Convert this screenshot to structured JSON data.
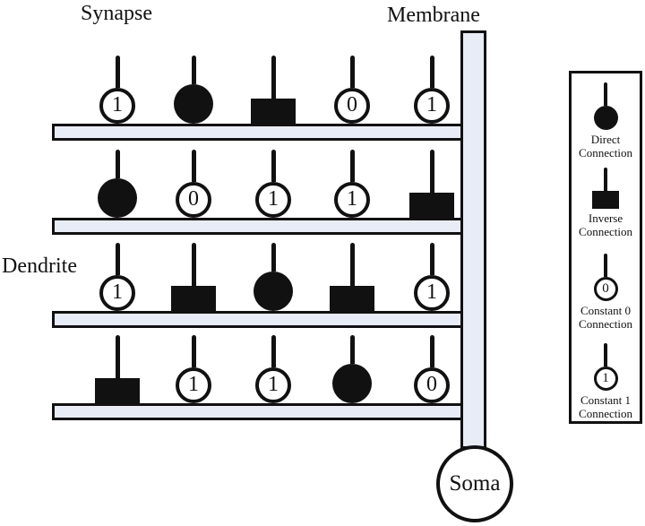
{
  "diagram": {
    "labels": {
      "synapse": "Synapse",
      "membrane": "Membrane",
      "dendrite": "Dendrite",
      "soma": "Soma"
    },
    "colors": {
      "structure_fill": "#e8ecf7",
      "outline": "#111111",
      "background": "#ffffff"
    },
    "symbols": {
      "direct": {
        "shape": "filled-circle",
        "value": ""
      },
      "inverse": {
        "shape": "filled-square",
        "value": ""
      },
      "constant0": {
        "shape": "open-circle",
        "value": "0"
      },
      "constant1": {
        "shape": "open-circle",
        "value": "1"
      }
    },
    "dendrites": [
      {
        "synapses": [
          "constant1",
          "direct",
          "inverse",
          "constant0",
          "constant1"
        ]
      },
      {
        "synapses": [
          "direct",
          "constant0",
          "constant1",
          "constant1",
          "inverse"
        ]
      },
      {
        "synapses": [
          "constant1",
          "inverse",
          "direct",
          "inverse",
          "constant1"
        ]
      },
      {
        "synapses": [
          "inverse",
          "constant1",
          "constant1",
          "direct",
          "constant0"
        ]
      }
    ],
    "legend": {
      "items": [
        {
          "type": "direct",
          "label": "Direct\nConnection"
        },
        {
          "type": "inverse",
          "label": "Inverse\nConnection"
        },
        {
          "type": "constant0",
          "label": "Constant 0\nConnection",
          "value": "0"
        },
        {
          "type": "constant1",
          "label": "Constant 1\nConnection",
          "value": "1"
        }
      ]
    }
  }
}
